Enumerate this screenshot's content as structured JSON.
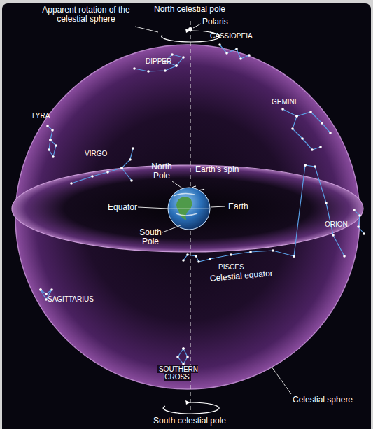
{
  "diagram": {
    "labels": [
      "North celestial pole",
      "Apparent rotation of the celestial sphere",
      "Polaris",
      "CASSIOPEIA",
      "DIPPER",
      "GEMINI",
      "LYRA",
      "VIRGO",
      "North Pole",
      "Earth's spin",
      "Equator",
      "Earth",
      "ORION",
      "South Pole",
      "PISCES",
      "Celestial equator",
      "SAGITTARIUS",
      "SOUTHERN CROSS",
      "Celestial sphere",
      "South celestial pole"
    ]
  }
}
